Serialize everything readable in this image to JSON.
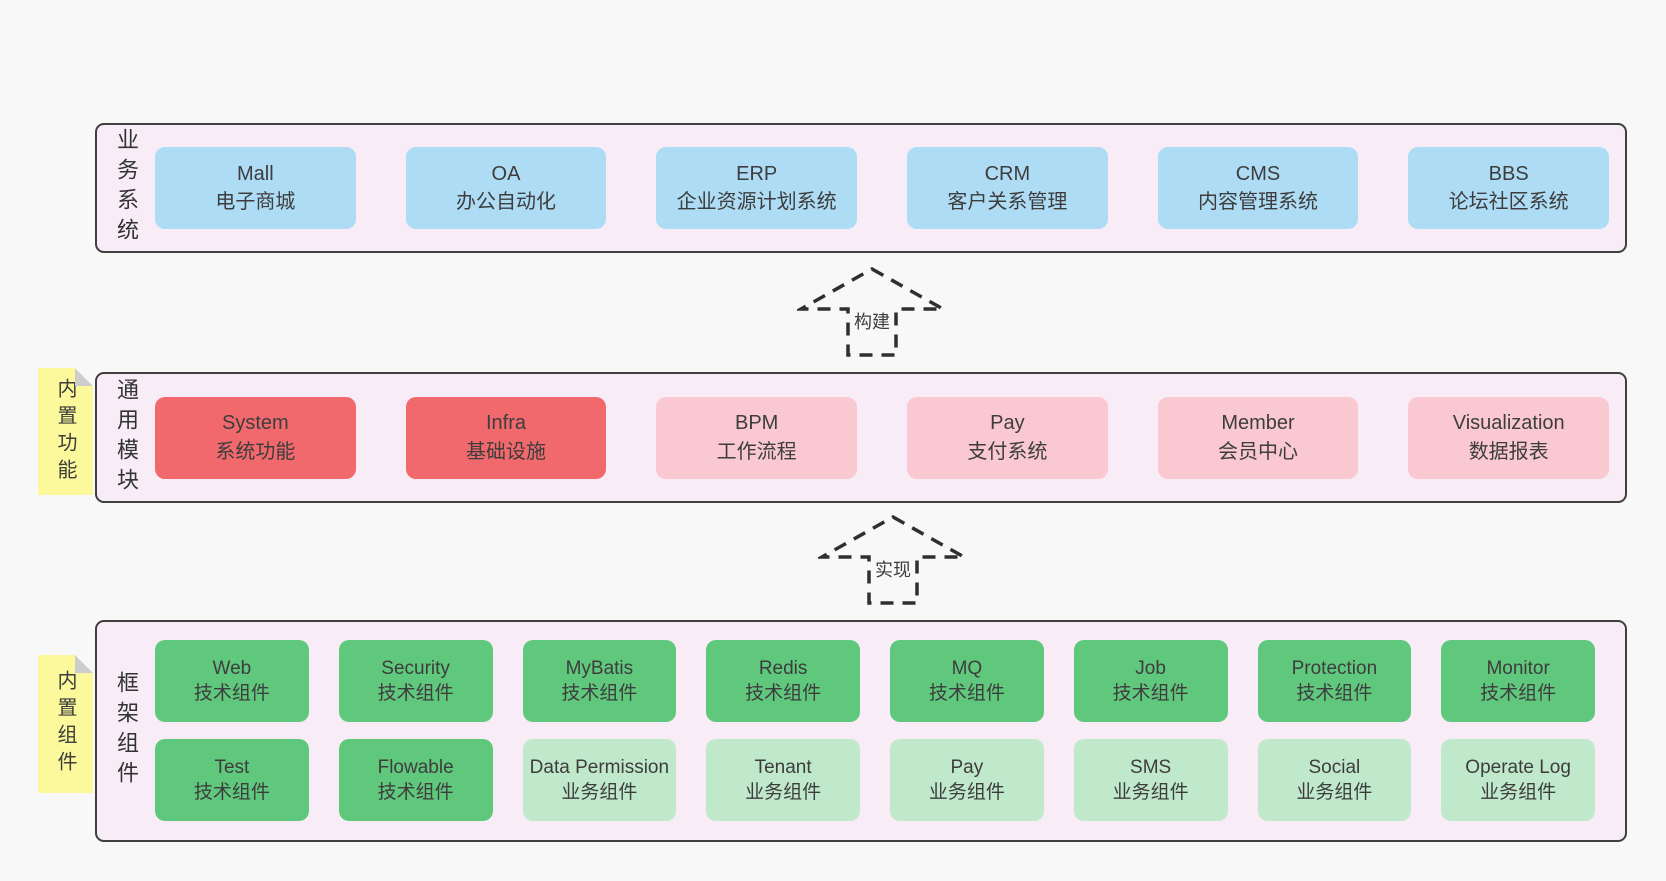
{
  "colors": {
    "page_bg": "#f8f8f8",
    "panel_bg": "#f8edf6",
    "panel_border": "#3f3f3f",
    "box_blue": "#aedcf5",
    "box_red": "#f1696c",
    "box_pink": "#f9c8d1",
    "box_green": "#60c87d",
    "box_light_green": "#c0e8cb",
    "note_yellow": "#fbf99b",
    "note_fold_gray": "#cdcdcd",
    "text": "#3d3d3d"
  },
  "business_layer": {
    "label": "业务系统",
    "boxes": [
      {
        "title": "Mall",
        "subtitle": "电子商城"
      },
      {
        "title": "OA",
        "subtitle": "办公自动化"
      },
      {
        "title": "ERP",
        "subtitle": "企业资源计划系统"
      },
      {
        "title": "CRM",
        "subtitle": "客户关系管理"
      },
      {
        "title": "CMS",
        "subtitle": "内容管理系统"
      },
      {
        "title": "BBS",
        "subtitle": "论坛社区系统"
      }
    ]
  },
  "build_arrow": {
    "label": "构建"
  },
  "module_layer": {
    "note": "内置功能",
    "label": "通用模块",
    "boxes": [
      {
        "title": "System",
        "subtitle": "系统功能"
      },
      {
        "title": "Infra",
        "subtitle": "基础设施"
      },
      {
        "title": "BPM",
        "subtitle": "工作流程"
      },
      {
        "title": "Pay",
        "subtitle": "支付系统"
      },
      {
        "title": "Member",
        "subtitle": "会员中心"
      },
      {
        "title": "Visualization",
        "subtitle": "数据报表"
      }
    ]
  },
  "implement_arrow": {
    "label": "实现"
  },
  "component_layer": {
    "note": "内置组件",
    "label": "框架组件",
    "row1": [
      {
        "title": "Web",
        "subtitle": "技术组件"
      },
      {
        "title": "Security",
        "subtitle": "技术组件"
      },
      {
        "title": "MyBatis",
        "subtitle": "技术组件"
      },
      {
        "title": "Redis",
        "subtitle": "技术组件"
      },
      {
        "title": "MQ",
        "subtitle": "技术组件"
      },
      {
        "title": "Job",
        "subtitle": "技术组件"
      },
      {
        "title": "Protection",
        "subtitle": "技术组件"
      },
      {
        "title": "Monitor",
        "subtitle": "技术组件"
      }
    ],
    "row2": [
      {
        "title": "Test",
        "subtitle": "技术组件"
      },
      {
        "title": "Flowable",
        "subtitle": "技术组件"
      },
      {
        "title": "Data Permission",
        "subtitle": "业务组件"
      },
      {
        "title": "Tenant",
        "subtitle": "业务组件"
      },
      {
        "title": "Pay",
        "subtitle": "业务组件"
      },
      {
        "title": "SMS",
        "subtitle": "业务组件"
      },
      {
        "title": "Social",
        "subtitle": "业务组件"
      },
      {
        "title": "Operate Log",
        "subtitle": "业务组件"
      }
    ]
  }
}
